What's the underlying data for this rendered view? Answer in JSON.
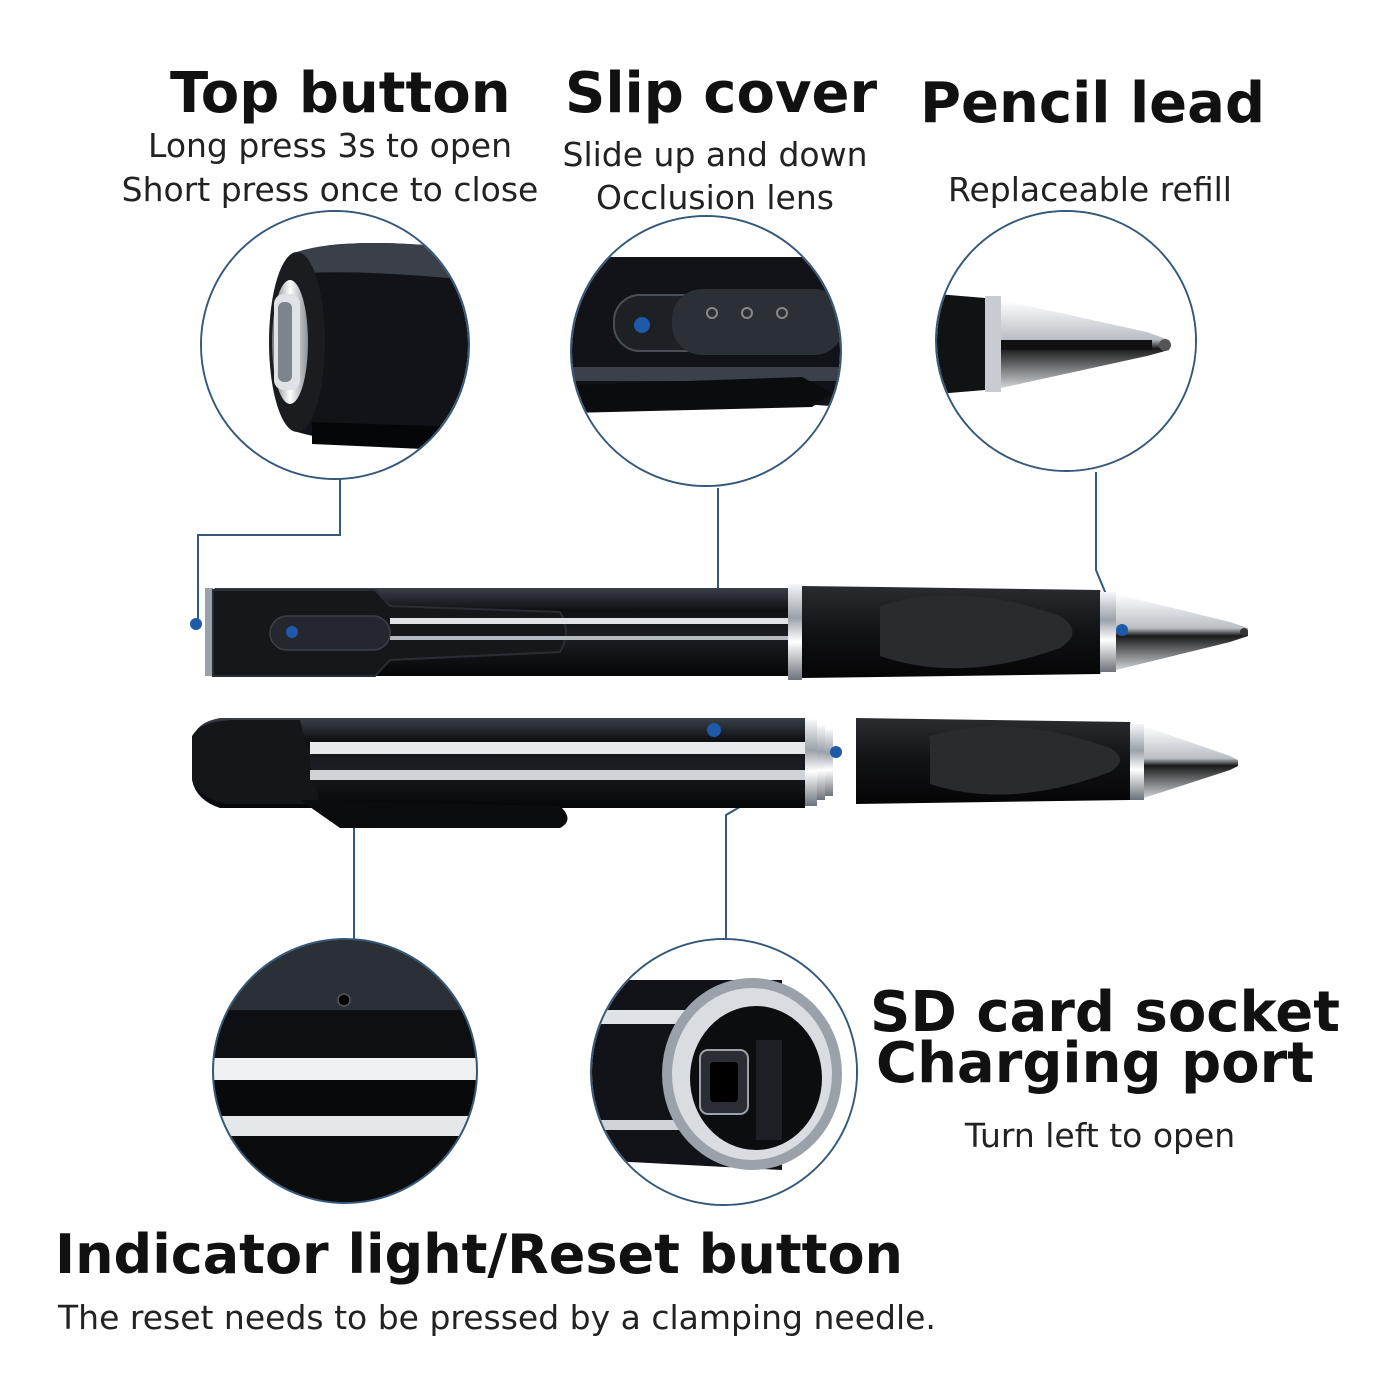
{
  "callouts": {
    "top_button": {
      "title": "Top button",
      "lines": [
        "Long press 3s to open",
        "Short press once to close"
      ]
    },
    "slip_cover": {
      "title": "Slip cover",
      "lines": [
        "Slide up and down",
        "Occlusion lens"
      ]
    },
    "pencil_lead": {
      "title": "Pencil lead",
      "lines": [
        "Replaceable refill"
      ]
    },
    "sd_card": {
      "title_line1": "SD card socket",
      "title_line2": "Charging port",
      "lines": [
        "Turn left to open"
      ]
    },
    "indicator": {
      "title": "Indicator light/Reset button",
      "lines": [
        "The reset needs to be pressed by a clamping needle."
      ]
    }
  },
  "colors": {
    "leader_line": "#35597a",
    "dot": "#1e5aa8",
    "pen_body": "#111318",
    "chrome": "#d9dde2"
  }
}
